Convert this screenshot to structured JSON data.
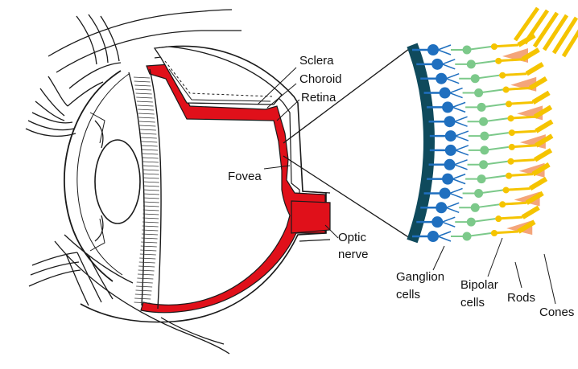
{
  "labels": {
    "sclera": "Sclera",
    "choroid": "Choroid",
    "retina": "Retina",
    "fovea": "Fovea",
    "optic_nerve_line1": "Optic",
    "optic_nerve_line2": "nerve",
    "ganglion_line1": "Ganglion",
    "ganglion_line2": "cells",
    "bipolar_line1": "Bipolar",
    "bipolar_line2": "cells",
    "rods": "Rods",
    "cones": "Cones"
  },
  "colors": {
    "retina_red": "#e0101a",
    "outline": "#1a1a1a",
    "membrane": "#0f4a5c",
    "ganglion": "#1f6fbf",
    "bipolar": "#7cc98a",
    "rods": "#f5c400",
    "cones": "#f4a57a"
  }
}
